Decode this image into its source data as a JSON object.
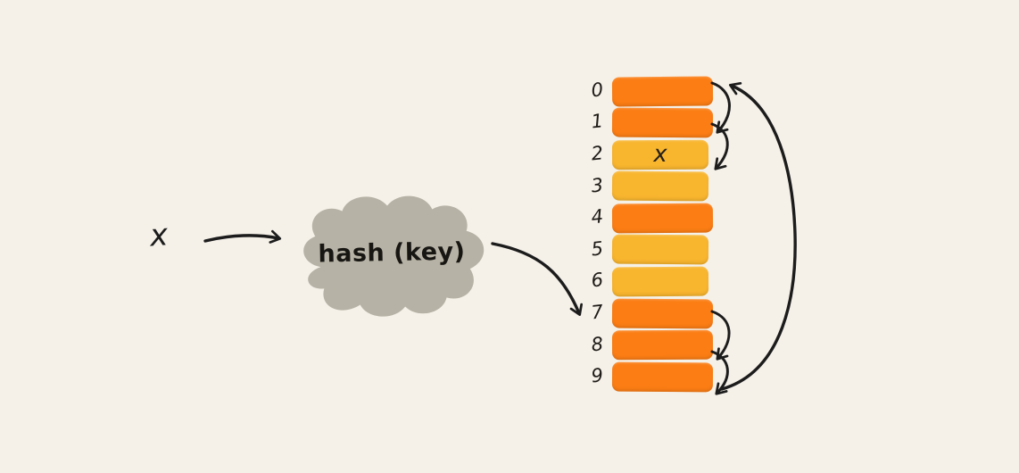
{
  "scene": {
    "background": "#f5f1e9",
    "ink": "#1c1c1c"
  },
  "key_label": "x",
  "hash_cloud": {
    "label": "hash (key)",
    "fill": "#b6b2a5"
  },
  "array": {
    "colors": {
      "orange": "#fb7d14",
      "amber": "#f8b52e"
    },
    "slots": [
      {
        "index": "0",
        "color": "orange",
        "value": ""
      },
      {
        "index": "1",
        "color": "orange",
        "value": ""
      },
      {
        "index": "2",
        "color": "amber",
        "value": "x"
      },
      {
        "index": "3",
        "color": "amber",
        "value": ""
      },
      {
        "index": "4",
        "color": "orange",
        "value": ""
      },
      {
        "index": "5",
        "color": "amber",
        "value": ""
      },
      {
        "index": "6",
        "color": "amber",
        "value": ""
      },
      {
        "index": "7",
        "color": "orange",
        "value": ""
      },
      {
        "index": "8",
        "color": "orange",
        "value": ""
      },
      {
        "index": "9",
        "color": "orange",
        "value": ""
      }
    ]
  },
  "arrows": {
    "ink": "#1c1c1c",
    "items": [
      "x-to-hash",
      "hash-to-slot-7",
      "probe-0-to-1",
      "probe-1-to-2",
      "probe-7-to-8",
      "probe-8-to-9",
      "wrap-9-to-0"
    ]
  }
}
